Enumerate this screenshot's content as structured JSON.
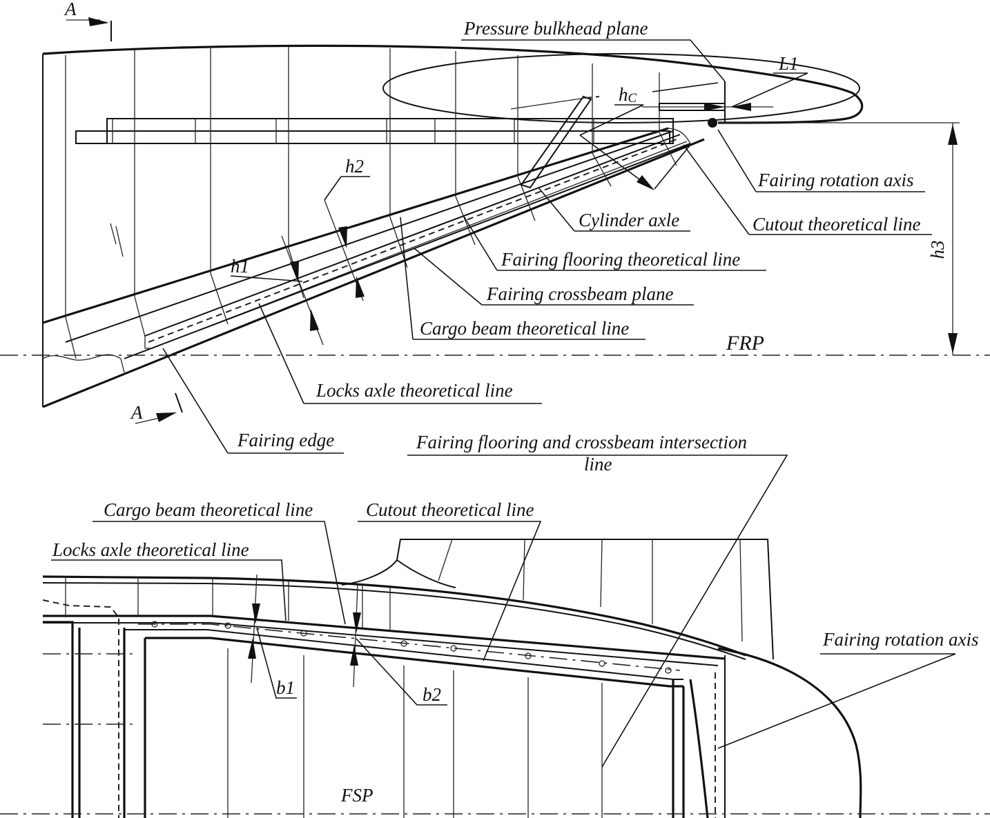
{
  "section_marks": {
    "top": "A",
    "bottom": "A"
  },
  "top_view": {
    "labels": {
      "pressure_bulkhead": "Pressure bulkhead plane",
      "l1": "L1",
      "hc_main": "h",
      "hc_sub": "C",
      "fairing_rotation_axis": "Fairing rotation axis",
      "cylinder_axle": "Cylinder axle",
      "cutout_line": "Cutout theoretical line",
      "h2": "h2",
      "h1": "h1",
      "h3": "h3",
      "fairing_flooring": "Fairing flooring theoretical line",
      "fairing_crossbeam": "Fairing crossbeam plane",
      "cargo_beam": "Cargo beam theoretical line",
      "frp": "FRP",
      "locks_axle": "Locks axle theoretical line",
      "fairing_edge": "Fairing edge"
    }
  },
  "bottom_view": {
    "labels": {
      "intersection_line_1": "Fairing flooring and crossbeam intersection",
      "intersection_line_2": "line",
      "cargo_beam": "Cargo beam theoretical line",
      "cutout_line": "Cutout theoretical line",
      "locks_axle": "Locks axle theoretical line",
      "fairing_rotation_axis": "Fairing rotation axis",
      "b1": "b1",
      "b2": "b2",
      "fsp": "FSP"
    }
  }
}
